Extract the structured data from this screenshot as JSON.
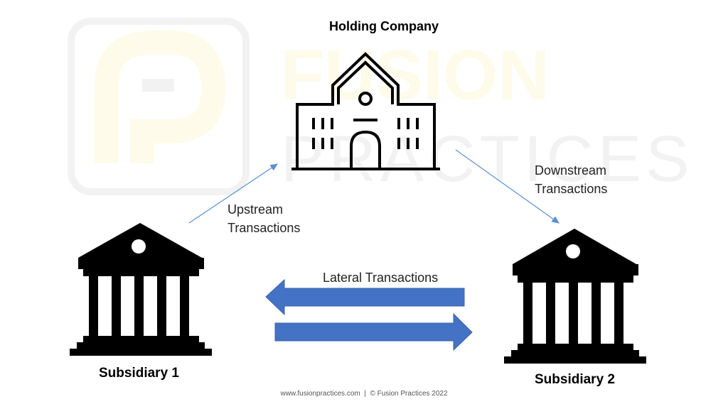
{
  "watermark": {
    "logo_letters": "FP",
    "line1": "FUSION",
    "line2": "PRACTICES",
    "colors": {
      "yellow": "#FEFBEA",
      "gray": "#F2F2F2"
    }
  },
  "nodes": {
    "holding": {
      "label": "Holding Company",
      "icon": "school-building-icon"
    },
    "subsidiary1": {
      "label": "Subsidiary 1",
      "icon": "bank-building-icon"
    },
    "subsidiary2": {
      "label": "Subsidiary 2",
      "icon": "bank-building-icon"
    }
  },
  "edges": {
    "upstream": {
      "line1": "Upstream",
      "line2": "Transactions"
    },
    "downstream": {
      "line1": "Downstream",
      "line2": "Transactions"
    },
    "lateral": {
      "label": "Lateral Transactions"
    }
  },
  "footer": {
    "text": "www.fusionpractices.com  |  © Fusion Practices 2022"
  },
  "colors": {
    "arrow_blue": "#4472C4",
    "thin_arrow": "#5B8FD0",
    "icon": "#000000"
  }
}
